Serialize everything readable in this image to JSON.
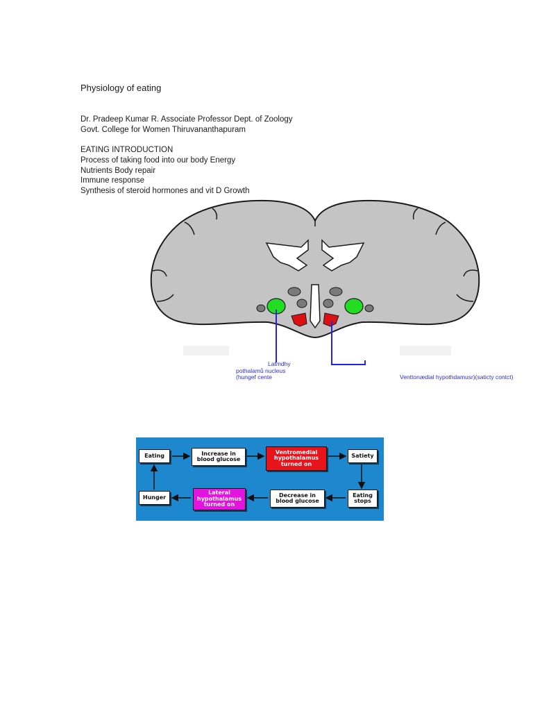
{
  "document": {
    "title": "Physiology of eating",
    "author_line1": "Dr. Pradeep Kumar R. Associate Professor Dept. of Zoology",
    "author_line2": "Govt. College for Women Thiruvananthapuram",
    "intro_lines": [
      "EATING INTRODUCTION",
      "Process of taking food into our body Energy",
      "Nutrients Body repair",
      "Immune response",
      "Synthesis of steroid hormones and vit D Growth"
    ]
  },
  "brain_figure": {
    "label_lateral_lines": [
      "Latmdhy",
      "pothalamů nucleus",
      "(hungef cente"
    ],
    "label_vmh": "Venttonædial hypothdamusr)(saticty contct)",
    "colors": {
      "brain": "#c4c4c4",
      "outline": "#1a1a1a",
      "lateral": "#22dd22",
      "ventromedial": "#dd1111",
      "label_line": "#2222ee"
    }
  },
  "flowchart": {
    "colors": {
      "background": "#1e88cf",
      "box": "#ffffff",
      "ventromedial": "#e8141c",
      "lateral": "#e313e0"
    },
    "boxes": {
      "eating": [
        "Eating"
      ],
      "increase": [
        "Increase in",
        "blood glucose"
      ],
      "vmh": [
        "Ventromedial",
        "hypothalamus",
        "turned on"
      ],
      "satiety": [
        "Satiety"
      ],
      "eating_stops": [
        "Eating",
        "stops"
      ],
      "decrease": [
        "Decrease in",
        "blood glucose"
      ],
      "lateral": [
        "Lateral",
        "hypothalamus",
        "turned on"
      ],
      "hunger": [
        "Hunger"
      ]
    }
  }
}
